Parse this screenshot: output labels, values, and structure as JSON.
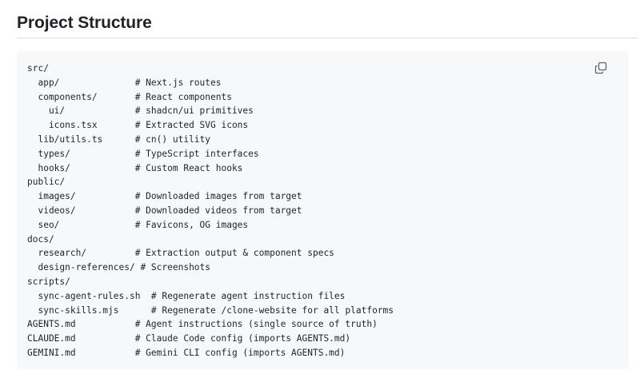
{
  "heading": "Project Structure",
  "copy_icon": "copy-icon",
  "code_lines": [
    "src/",
    "  app/              # Next.js routes",
    "  components/       # React components",
    "    ui/             # shadcn/ui primitives",
    "    icons.tsx       # Extracted SVG icons",
    "  lib/utils.ts      # cn() utility",
    "  types/            # TypeScript interfaces",
    "  hooks/            # Custom React hooks",
    "public/",
    "  images/           # Downloaded images from target",
    "  videos/           # Downloaded videos from target",
    "  seo/              # Favicons, OG images",
    "docs/",
    "  research/         # Extraction output & component specs",
    "  design-references/ # Screenshots",
    "scripts/",
    "  sync-agent-rules.sh  # Regenerate agent instruction files",
    "  sync-skills.mjs      # Regenerate /clone-website for all platforms",
    "AGENTS.md           # Agent instructions (single source of truth)",
    "CLAUDE.md           # Claude Code config (imports AGENTS.md)",
    "GEMINI.md           # Gemini CLI config (imports AGENTS.md)"
  ]
}
